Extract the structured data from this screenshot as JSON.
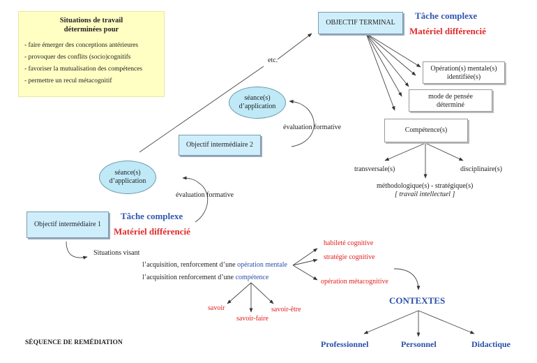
{
  "note": {
    "title_line1": "Situations de travail",
    "title_line2": "déterminées pour",
    "items": [
      "- faire émerger des conceptions antérieures",
      "- provoquer des conflits (socio)cognitifs",
      "- favoriser la mutualisation des compétences",
      "- permettre un recul métacognitif"
    ]
  },
  "terminal": {
    "label": "OBJECTIF TERMINAL",
    "tache": "Tâche complexe",
    "materiel": "Matériel différencié"
  },
  "etc": "etc.",
  "operations": {
    "line1": "Opération(s) mentale(s)",
    "line2": "identifiée(s)"
  },
  "mode": {
    "line1": "mode de pensée",
    "line2": "déterminé"
  },
  "competences": {
    "label": "Compétence(s)",
    "transversale": "transversale(s)",
    "disciplinaire": "disciplinaire(s)",
    "methodo": "méthodologique(s) - stratégique(s)",
    "travail": "[ travail intellectuel ]"
  },
  "seance_top": {
    "line1": "séance(s)",
    "line2": "d’application"
  },
  "seance_bottom": {
    "line1": "séance(s)",
    "line2": "d’application"
  },
  "eval_top": "évaluation formative",
  "eval_bottom": "évaluation formative",
  "obj2": "Objectif intermédiaire 2",
  "obj1": "Objectif intermédiaire 1",
  "obj1_tache": "Tâche complexe",
  "obj1_materiel": "Matériel différencié",
  "situations": {
    "intro": "Situations visant",
    "line1_prefix": "l’acquisition, renforcement d’une ",
    "line1_highlight": "opération mentale",
    "line2_prefix": "l’acquisition renforcement d’une ",
    "line2_highlight": "compétence"
  },
  "habilete": "habileté cognitive",
  "strategie": "stratégie cognitive",
  "operation_meta": "opération métacognitive",
  "savoir": "savoir",
  "savoir_faire": "savoir-faire",
  "savoir_etre": "savoir-être",
  "contextes": {
    "title": "CONTEXTES",
    "items": [
      "Professionnel",
      "Personnel",
      "Didactique"
    ]
  },
  "footer": "SÉQUENCE DE REMÉDIATION",
  "colors": {
    "blue": "#2a4fa8",
    "red": "#e02020",
    "note_bg": "#ffffc4",
    "box_bg": "#cfeefb"
  }
}
